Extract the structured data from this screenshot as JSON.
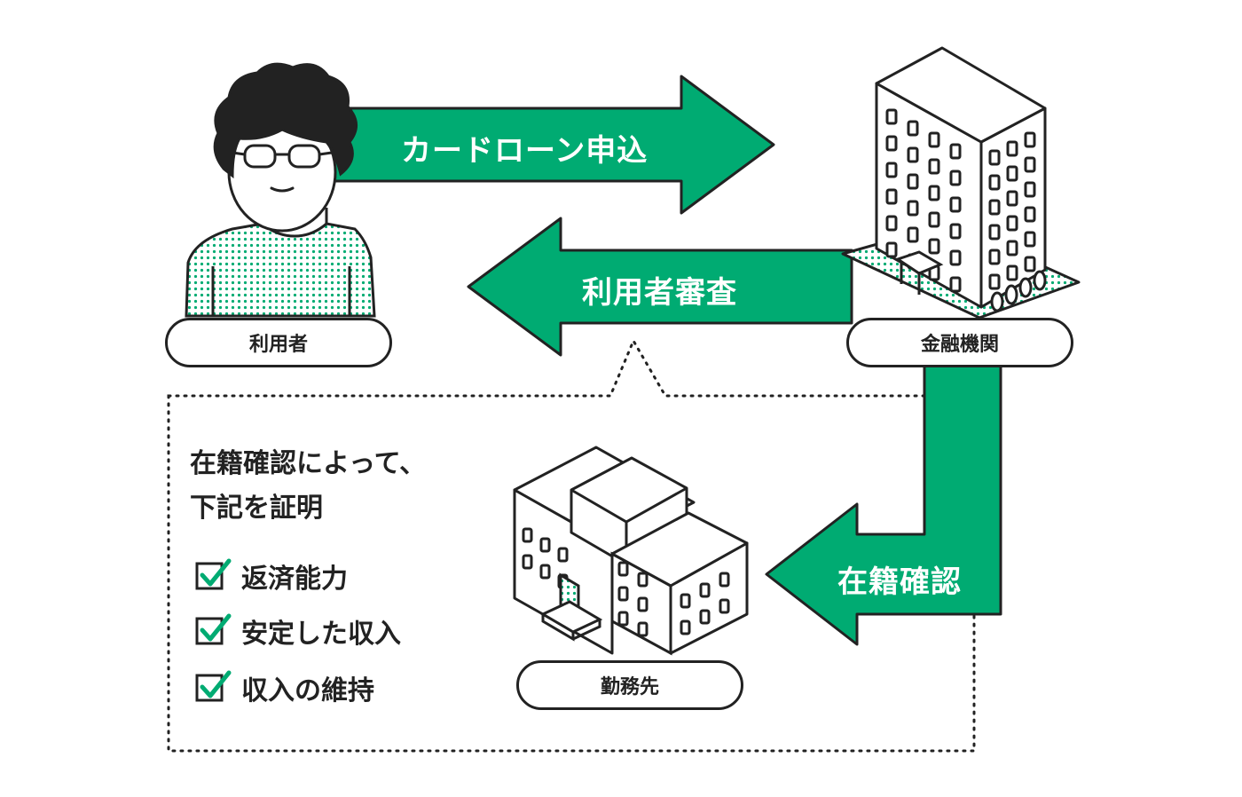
{
  "nodes": {
    "user": "利用者",
    "bank": "金融機関",
    "employer": "勤務先"
  },
  "arrows": {
    "apply": "カードローン申込",
    "screening": "利用者審査",
    "verification": "在籍確認"
  },
  "note": {
    "heading_line1": "在籍確認によって、",
    "heading_line2": "下記を証明",
    "items": [
      "返済能力",
      "安定した収入",
      "収入の維持"
    ]
  },
  "colors": {
    "accent_green": "#00ab72",
    "highlight_yellow": "#f2e75a",
    "ink": "#222222"
  }
}
